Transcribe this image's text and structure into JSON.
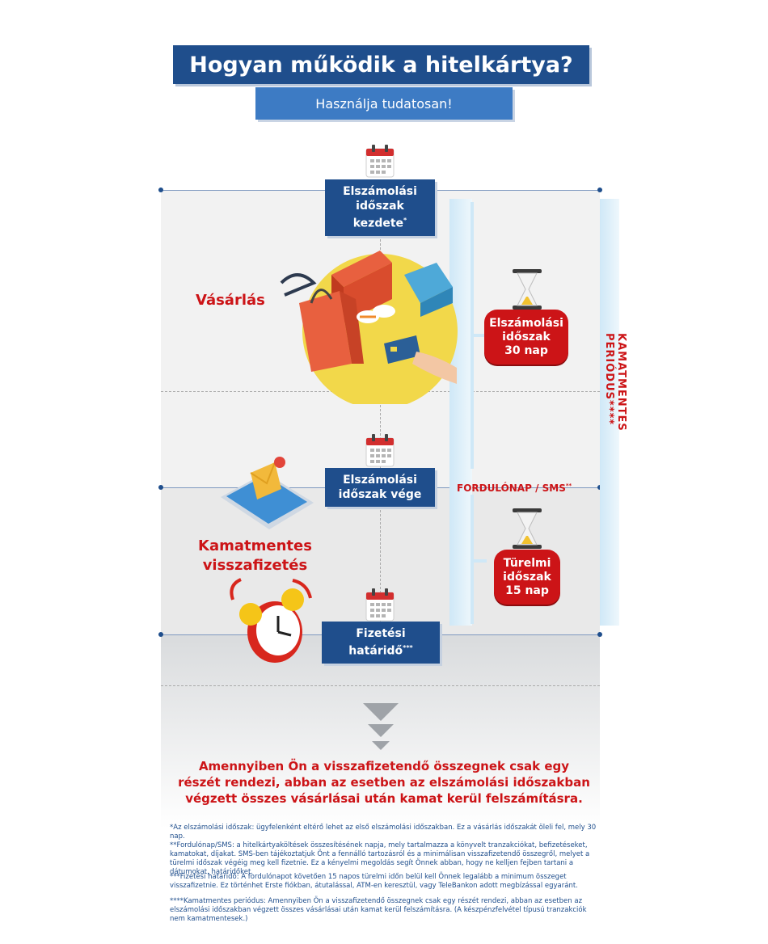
{
  "header": {
    "title": "Hogyan működik a hitelkártya?",
    "subtitle": "Használja tudatosan!"
  },
  "timeline": {
    "start_label_line1": "Elszámolási",
    "start_label_line2": "időszak kezdete",
    "start_sup": "*",
    "end_label_line1": "Elszámolási",
    "end_label_line2": "időszak vége",
    "deadline_label": "Fizetési határidő",
    "deadline_sup": "***"
  },
  "phases": {
    "purchase": "Vásárlás",
    "repayment_line1": "Kamatmentes",
    "repayment_line2": "visszafizetés"
  },
  "badges": {
    "billing_line1": "Elszámolási",
    "billing_line2": "időszak",
    "billing_line3": "30 nap",
    "grace_line1": "Türelmi",
    "grace_line2": "időszak",
    "grace_line3": "15 nap"
  },
  "labels": {
    "turning_day": "FORDULÓNAP / SMS",
    "turning_day_sup": "**",
    "interest_free_period": "KAMATMENTES PERIÓDUS",
    "interest_free_sup": "****"
  },
  "warning": {
    "text": "Amennyiben Ön a visszafizetendő összegnek csak egy részét rendezi, abban az esetben az elszámolási időszakban végzett összes vásárlásai után kamat kerül felszámításra."
  },
  "footnotes": [
    "*Az elszámolási időszak: ügyfelenként eltérő lehet az első elszámolási időszakban. Ez a vásárlás időszakát öleli fel, mely 30 nap.",
    "**Fordulónap/SMS: a hitelkártyaköltések összesítésének napja, mely tartalmazza a könyvelt tranzakciókat, befizetéseket, kamatokat, díjakat. SMS-ben tájékoztatjuk Önt a fennálló tartozásról és a minimálisan visszafizetendő összegről, melyet a türelmi időszak végéig meg kell fizetnie. Ez a kényelmi megoldás segít Önnek abban, hogy ne kelljen fejben tartani a dátumokat, határidőket.",
    "***Fizetési határidő: A fordulónapot követően 15 napos türelmi időn belül kell Önnek legalább a minimum összeget visszafizetnie. Ez történhet Erste fiókban, átutalással, ATM-en keresztül, vagy TeleBankon adott megbízással egyaránt.",
    "****Kamatmentes periódus: Amennyiben Ön a visszafizetendő  összegnek csak egy részét rendezi, abban az esetben az elszámolási időszakban végzett összes vásárlásai után kamat kerül felszámításra. (A készpénzfelvétel típusú tranzakciók nem kamatmentesek.)"
  ],
  "colors": {
    "navy": "#1f4e8c",
    "blue": "#3d7bc4",
    "red": "#cc1417",
    "yellow": "#f2d84a"
  },
  "icons": [
    "calendar-icon",
    "hourglass-icon",
    "shopping-bags-icon",
    "credit-card-icon",
    "smartphone-icon",
    "envelope-icon",
    "alarm-clock-icon"
  ]
}
